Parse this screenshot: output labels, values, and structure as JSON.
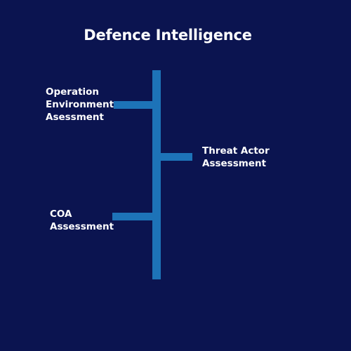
{
  "diagram": {
    "title": "Defence Intelligence",
    "colors": {
      "background": "#0b1450",
      "connector": "#1d73b8",
      "text": "#ffffff"
    },
    "nodes": [
      {
        "label": "Operation\nEnvironment\nAsessment",
        "side": "left"
      },
      {
        "label": "Threat Actor\nAssessment",
        "side": "right"
      },
      {
        "label": "COA\nAssessment",
        "side": "left"
      }
    ]
  }
}
